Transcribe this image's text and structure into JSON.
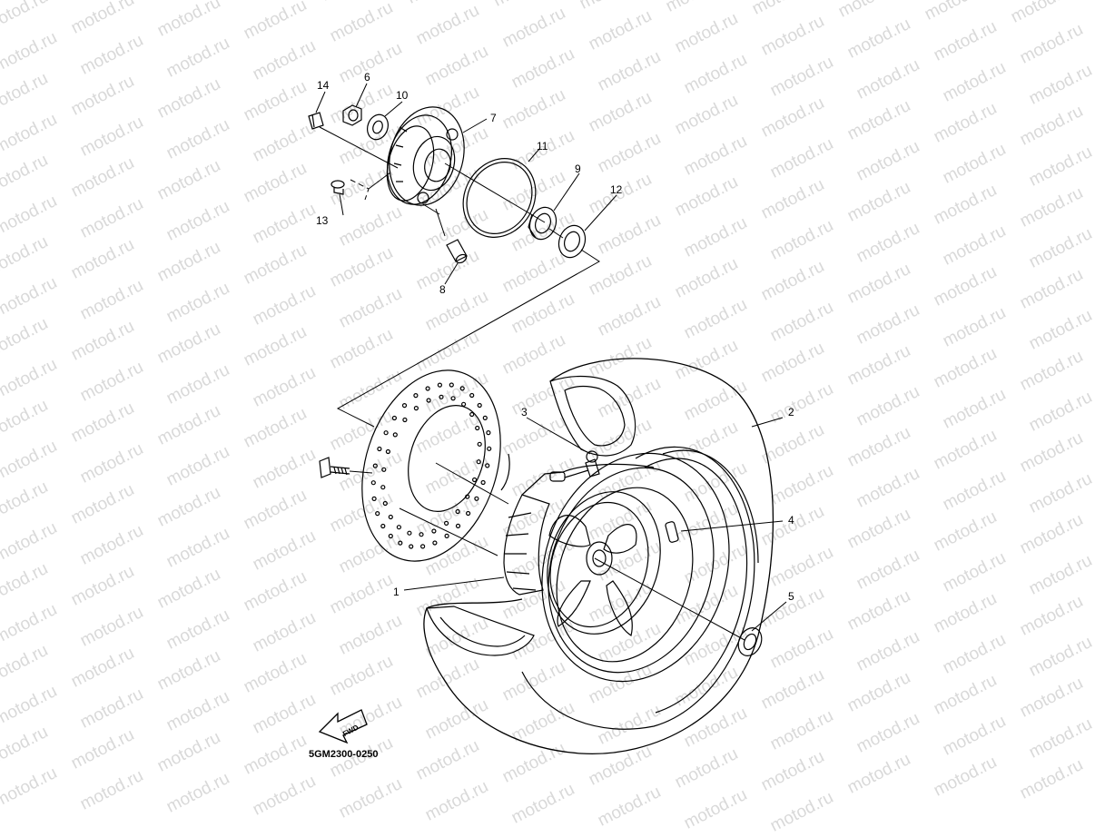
{
  "watermark": {
    "text": "motod.ru",
    "color": "#d9d9d9"
  },
  "diagram": {
    "code": "5GM2300-0250",
    "fwd_label": "FWD",
    "callouts": [
      {
        "id": "1",
        "label": "1"
      },
      {
        "id": "2",
        "label": "2"
      },
      {
        "id": "3",
        "label": "3"
      },
      {
        "id": "4",
        "label": "4"
      },
      {
        "id": "5",
        "label": "5"
      },
      {
        "id": "6",
        "label": "6"
      },
      {
        "id": "7",
        "label": "7"
      },
      {
        "id": "8",
        "label": "8"
      },
      {
        "id": "9",
        "label": "9"
      },
      {
        "id": "10",
        "label": "10"
      },
      {
        "id": "11",
        "label": "11"
      },
      {
        "id": "12",
        "label": "12"
      },
      {
        "id": "13",
        "label": "13"
      },
      {
        "id": "14",
        "label": "14"
      }
    ]
  }
}
